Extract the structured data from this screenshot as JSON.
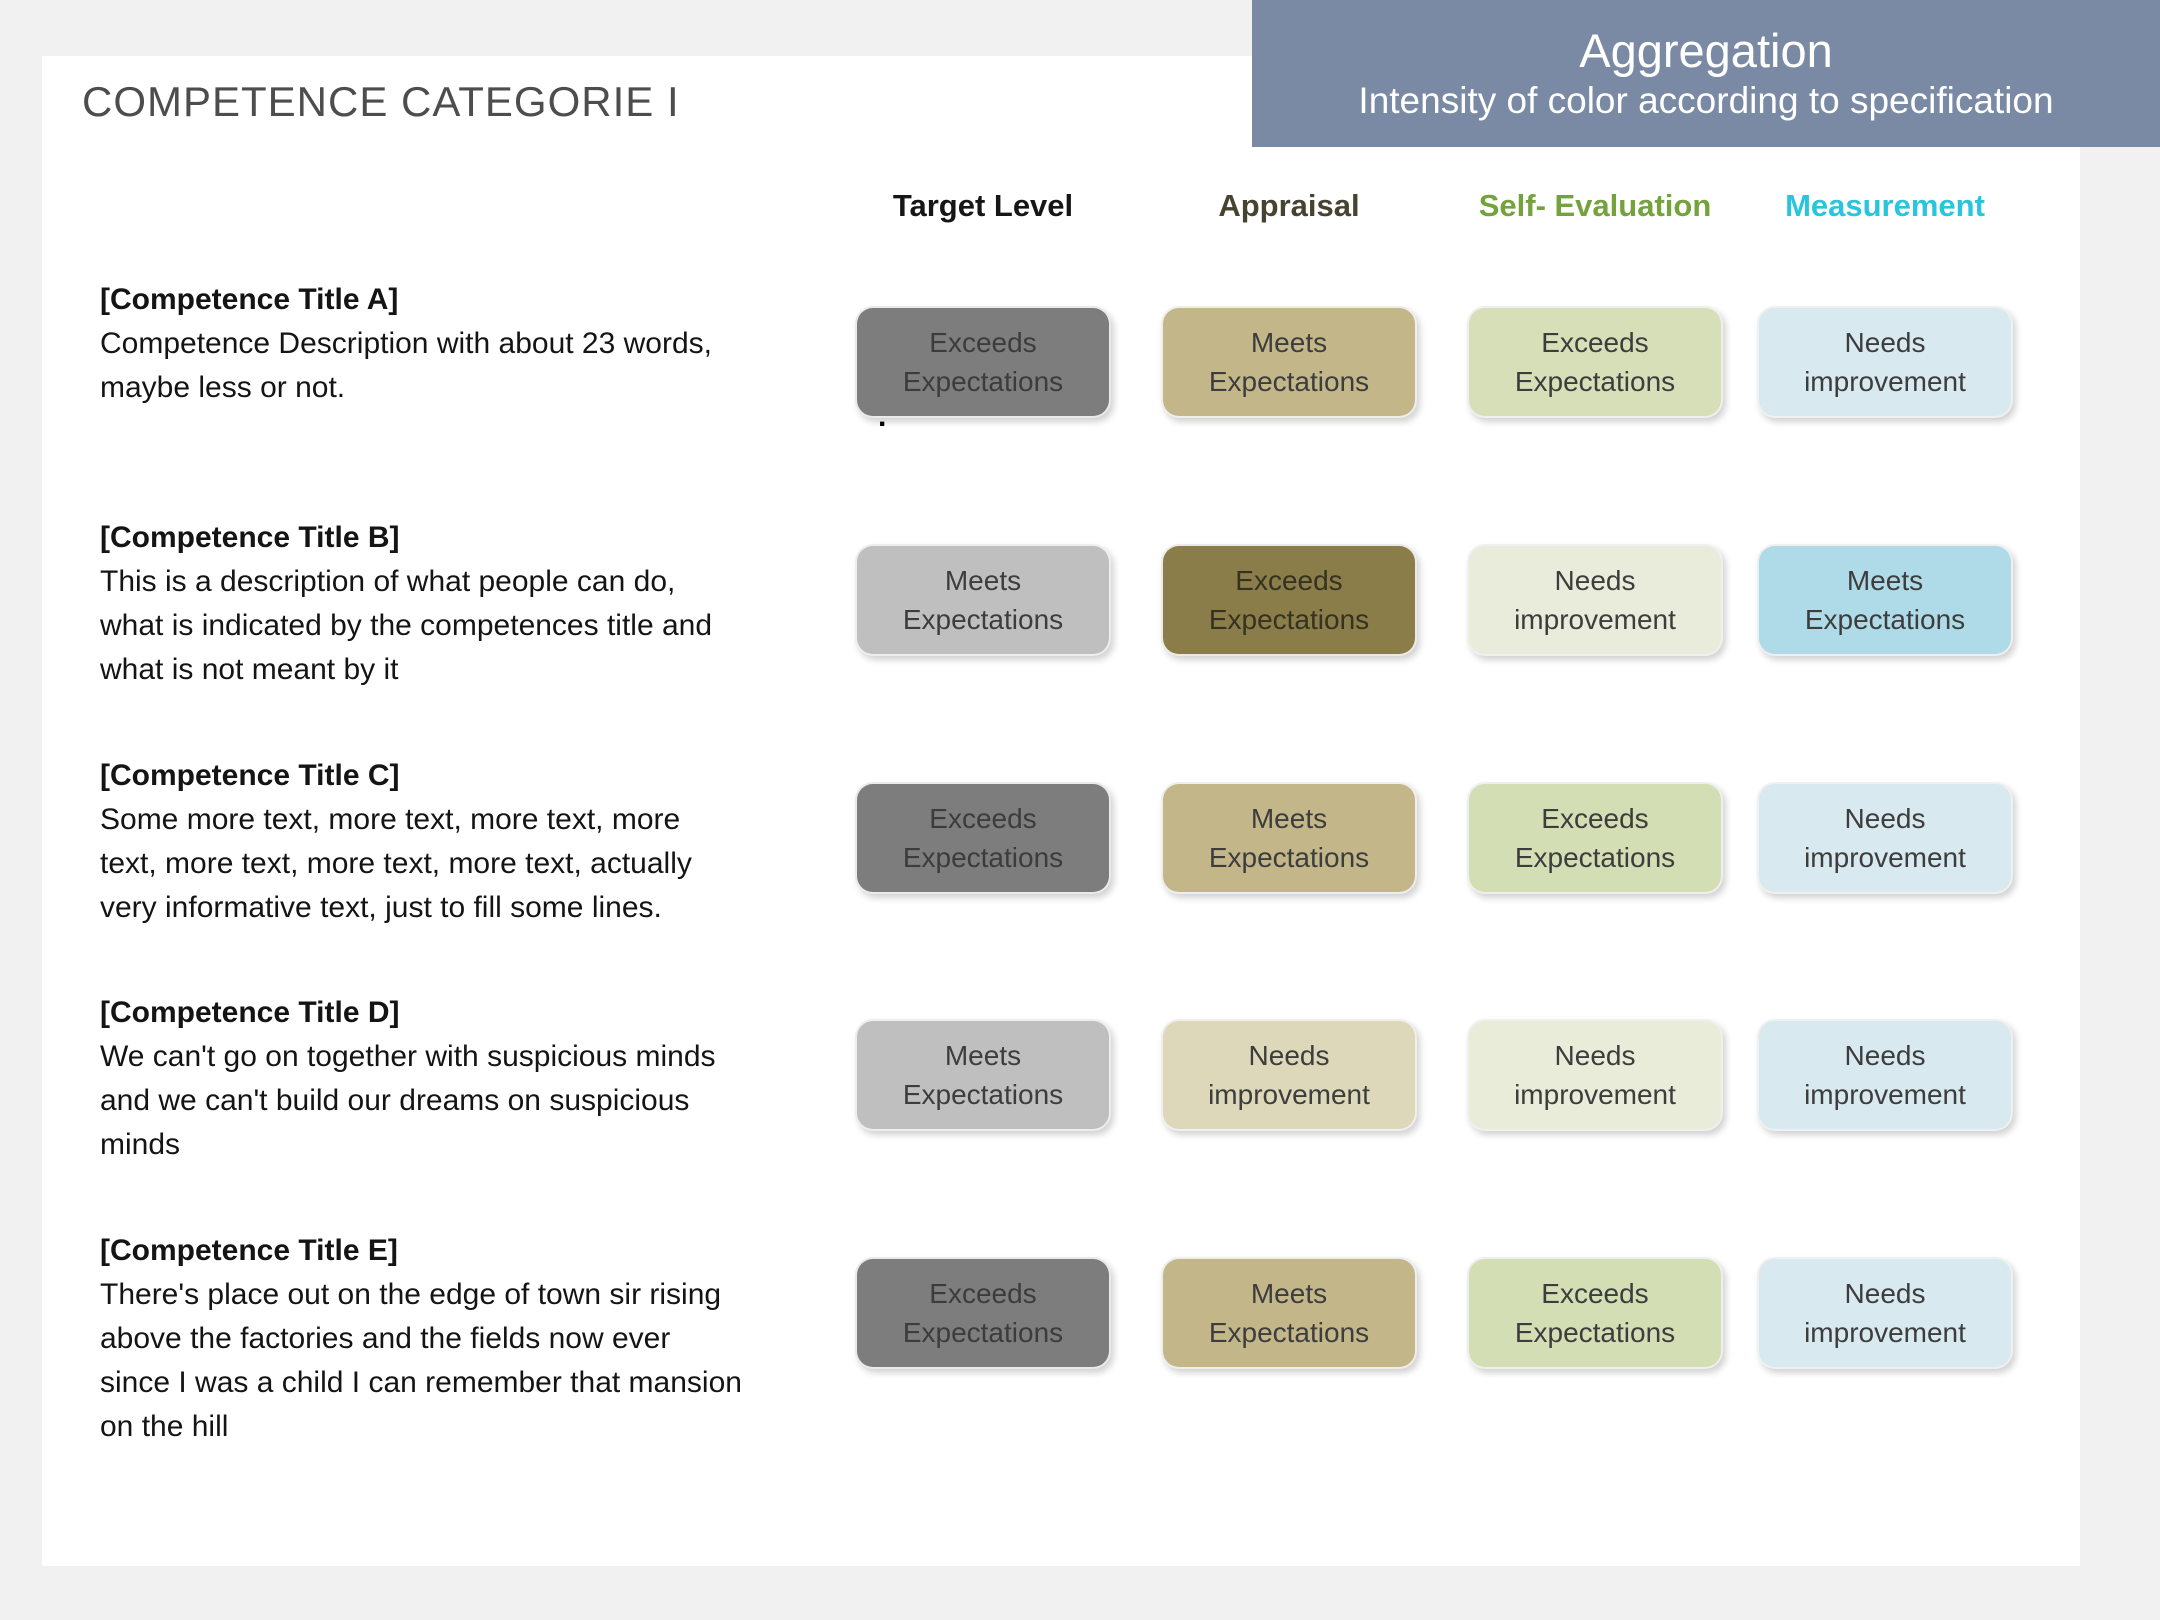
{
  "page": {
    "background": "#f1f1f1",
    "card_background": "#ffffff",
    "title": "COMPETENCE CATEGORIE I",
    "cursor_artifact": "."
  },
  "aggregation_banner": {
    "title": "Aggregation",
    "subtitle": "Intensity of color according to specification",
    "background": "#7a8aa4",
    "text_color": "#ffffff"
  },
  "columns": [
    {
      "label": "Target Level",
      "color": "#161616"
    },
    {
      "label": "Appraisal",
      "color": "#474331"
    },
    {
      "label": "Self- Evaluation",
      "color": "#74a23b"
    },
    {
      "label": "Measurement",
      "color": "#29c4dd"
    }
  ],
  "rows": [
    {
      "title": "[Competence Title A]",
      "description": "Competence Description with about 23 words,\nmaybe less or not.",
      "cells": [
        {
          "label": "Exceeds\nExpectations",
          "bg": "#7d7d7d",
          "fg": "#3c3c3c"
        },
        {
          "label": "Meets\nExpectations",
          "bg": "#c3b78a",
          "fg": "#3d3d3d"
        },
        {
          "label": "Exceeds\nExpectations",
          "bg": "#d6dfb8",
          "fg": "#3d3d3d"
        },
        {
          "label": "Needs\nimprovement",
          "bg": "#d8e9f0",
          "fg": "#3d3d3d"
        }
      ]
    },
    {
      "title": "[Competence Title B]",
      "description": "This is a description of what people can do,\nwhat is indicated by the competences title and\nwhat is not meant by it",
      "cells": [
        {
          "label": "Meets\nExpectations",
          "bg": "#bfbfbf",
          "fg": "#3d3d3d"
        },
        {
          "label": "Exceeds\nExpectations",
          "bg": "#8a7d4a",
          "fg": "#35321f"
        },
        {
          "label": "Needs\nimprovement",
          "bg": "#e9ecda",
          "fg": "#3d3d3d"
        },
        {
          "label": "Meets\nExpectations",
          "bg": "#aedbe7",
          "fg": "#3d3d3d"
        }
      ]
    },
    {
      "title": "[Competence Title C]",
      "description": "Some more text, more text, more text, more\ntext, more text, more text, more text, actually\nvery informative text, just to fill some lines.",
      "cells": [
        {
          "label": "Exceeds\nExpectations",
          "bg": "#7d7d7d",
          "fg": "#3c3c3c"
        },
        {
          "label": "Meets\nExpectations",
          "bg": "#c3b78a",
          "fg": "#3d3d3d"
        },
        {
          "label": "Exceeds\nExpectations",
          "bg": "#d4deb4",
          "fg": "#3d3d3d"
        },
        {
          "label": "Needs\nimprovement",
          "bg": "#d8e9f0",
          "fg": "#3d3d3d"
        }
      ]
    },
    {
      "title": "[Competence Title D]",
      "description": "We can't go on together with suspicious minds\nand we can't build our dreams on suspicious\nminds",
      "cells": [
        {
          "label": "Meets\nExpectations",
          "bg": "#bfbfbf",
          "fg": "#3d3d3d"
        },
        {
          "label": "Needs\nimprovement",
          "bg": "#ded8ba",
          "fg": "#3d3d3d"
        },
        {
          "label": "Needs\nimprovement",
          "bg": "#e9ecd9",
          "fg": "#3d3d3d"
        },
        {
          "label": "Needs\nimprovement",
          "bg": "#d8e9f0",
          "fg": "#3d3d3d"
        }
      ]
    },
    {
      "title": "[Competence Title E]",
      "description": "There's place out on the edge of town sir  rising\nabove the factories and the fields now ever\nsince I was a child I can remember that mansion\non the hill",
      "cells": [
        {
          "label": "Exceeds\nExpectations",
          "bg": "#7d7d7d",
          "fg": "#3c3c3c"
        },
        {
          "label": "Meets\nExpectations",
          "bg": "#c3b78a",
          "fg": "#3d3d3d"
        },
        {
          "label": "Exceeds\nExpectations",
          "bg": "#d4deb4",
          "fg": "#3d3d3d"
        },
        {
          "label": "Needs\nimprovement",
          "bg": "#d8e9f0",
          "fg": "#3d3d3d"
        }
      ]
    }
  ]
}
